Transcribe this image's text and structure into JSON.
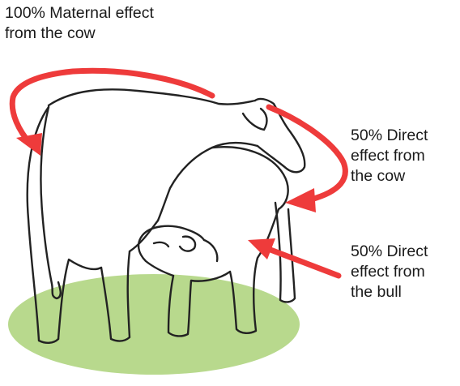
{
  "labels": {
    "maternal": {
      "line1": "100% Maternal effect",
      "line2": "from the cow"
    },
    "direct_cow": {
      "line1": "50% Direct",
      "line2": "effect from",
      "line3": "the cow"
    },
    "direct_bull": {
      "line1": "50% Direct",
      "line2": "effect from",
      "line3": "the bull"
    }
  },
  "colors": {
    "arrow": "#ee3b3b",
    "ground": "#b8d98d",
    "outline": "#222222"
  }
}
